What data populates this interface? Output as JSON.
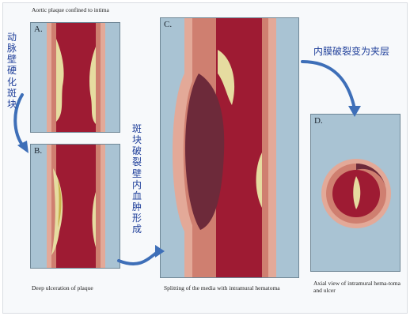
{
  "captions": {
    "top": "Aortic plaque confined to intima",
    "b_bottom": "Deep ulceration of  plaque",
    "c_bottom": "Splitting of the media with intramural hematoma",
    "d_bottom": "Axial view of intramural hema-toma and ulcer"
  },
  "panels": {
    "a": "A.",
    "b": "B.",
    "c": "C.",
    "d": "D."
  },
  "annotations": {
    "left": "动脉壁硬化斑块",
    "middle": "斑块破裂壁内血肿形成",
    "right": "内膜破裂变为夹层"
  },
  "colors": {
    "panel_bg": "#a9c3d3",
    "lumen": "#9e1b33",
    "wall": "#e7b7a7",
    "plaque": "#e6dca0",
    "hematoma": "#6d2a3a",
    "arrow": "#3e6fb8"
  }
}
